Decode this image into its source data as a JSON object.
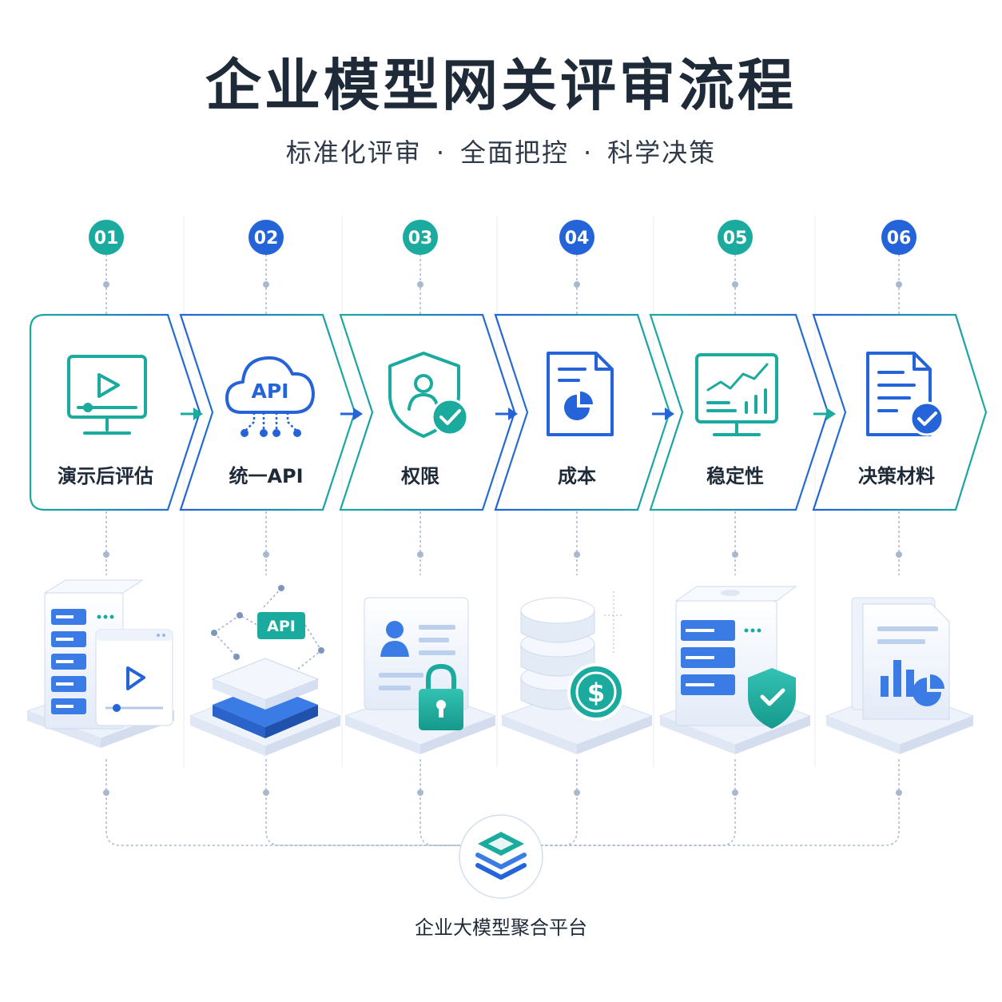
{
  "header": {
    "title": "企业模型网关评审流程",
    "subtitle_parts": [
      "标准化评审",
      "全面把控",
      "科学决策"
    ],
    "subtitle_separator": "·"
  },
  "steps": [
    {
      "num": "01",
      "label": "演示后评估",
      "icon": "monitor-play-icon",
      "illustration": "server-video-illustration",
      "color": "#1bab9e"
    },
    {
      "num": "02",
      "label": "统一API",
      "icon": "api-cloud-icon",
      "illustration": "api-layers-illustration",
      "color": "#2563d9",
      "icon_text": "API",
      "illustration_text": "API"
    },
    {
      "num": "03",
      "label": "权限",
      "icon": "user-shield-check-icon",
      "illustration": "id-card-lock-illustration",
      "color": "#1bab9e"
    },
    {
      "num": "04",
      "label": "成本",
      "icon": "pie-document-icon",
      "illustration": "database-dollar-illustration",
      "color": "#2563d9",
      "illustration_text": "$"
    },
    {
      "num": "05",
      "label": "稳定性",
      "icon": "monitor-chart-icon",
      "illustration": "server-shield-illustration",
      "color": "#1bab9e"
    },
    {
      "num": "06",
      "label": "决策材料",
      "icon": "document-check-icon",
      "illustration": "report-chart-illustration",
      "color": "#2563d9"
    }
  ],
  "platform": {
    "label": "企业大模型聚合平台",
    "icon": "layers-stack-icon"
  },
  "colors": {
    "teal": "#1bab9e",
    "blue": "#2563d9",
    "title": "#1e2a38"
  }
}
